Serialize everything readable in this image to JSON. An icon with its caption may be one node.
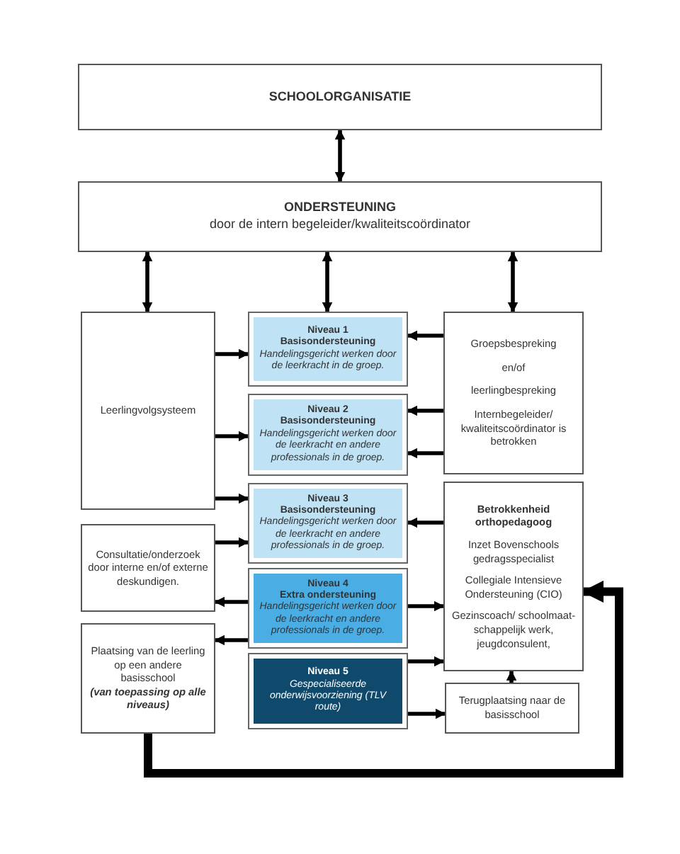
{
  "diagram": {
    "nodes": [
      {
        "text": [
          "SCHOOLORGANISATIE"
        ]
      },
      {
        "text": [
          "ONDERSTEUNING",
          "door de intern begeleider/kwaliteitscoördinator"
        ]
      },
      {
        "text": [
          "Leerlingvolgsysteem"
        ]
      },
      {
        "text": [
          "Consultatie/onderzoek door interne en/of externe deskundigen."
        ]
      },
      {
        "text": [
          "Plaatsing van de leerling op een andere basisschool",
          "(van toepassing op alle niveaus)"
        ]
      },
      {
        "text": [
          "Niveau 1",
          "Basisondersteuning",
          "Handelingsgericht werken door de leerkracht in de groep."
        ]
      },
      {
        "text": [
          "Niveau 2",
          "Basisondersteuning",
          "Handelingsgericht werken door de leerkracht en andere professionals in de groep."
        ]
      },
      {
        "text": [
          "Niveau 3",
          "Basisondersteuning",
          "Handelingsgericht werken door de leerkracht en andere professionals in de groep."
        ]
      },
      {
        "text": [
          "Niveau 4",
          "Extra ondersteuning",
          "Handelingsgericht werken door de leerkracht en andere professionals in de groep."
        ]
      },
      {
        "text": [
          "Niveau 5",
          "Gespecialiseerde onderwijsvoorziening (TLV route)"
        ]
      },
      {
        "text": [
          "Groepsbespreking",
          "en/of",
          "leerlingbespreking",
          "Internbegeleider/ kwaliteitscoördinator is betrokken"
        ]
      },
      {
        "text": [
          "Betrokkenheid orthopedagoog",
          "Inzet Bovenschools gedragsspecialist",
          "Collegiale Intensieve Ondersteuning (CIO)",
          "Gezinscoach/ schoolmaat- schappelijk werk, jeugdconsulent,"
        ]
      },
      {
        "text": [
          "Terugplaatsing naar de basisschool"
        ]
      }
    ],
    "edges": [
      {
        "from": 0,
        "to": 1,
        "arrow": "both"
      },
      {
        "from": 1,
        "to": 2,
        "arrow": "both"
      },
      {
        "from": 1,
        "to": 5,
        "arrow": "both"
      },
      {
        "from": 1,
        "to": 10,
        "arrow": "both"
      },
      {
        "from": 2,
        "to": 5,
        "arrow": "to"
      },
      {
        "from": 2,
        "to": 6,
        "arrow": "to"
      },
      {
        "from": 2,
        "to": 7,
        "arrow": "to"
      },
      {
        "from": 3,
        "to": 7,
        "arrow": "to"
      },
      {
        "from": 8,
        "to": 3,
        "arrow": "to"
      },
      {
        "from": 8,
        "to": 4,
        "arrow": "to"
      },
      {
        "from": 10,
        "to": 5,
        "arrow": "to"
      },
      {
        "from": 10,
        "to": 6,
        "arrow": "to"
      },
      {
        "from": 10,
        "to": 6,
        "arrow": "to"
      },
      {
        "from": 11,
        "to": 7,
        "arrow": "to"
      },
      {
        "from": 8,
        "to": 11,
        "arrow": "to"
      },
      {
        "from": 9,
        "to": 11,
        "arrow": "to"
      },
      {
        "from": 9,
        "to": 12,
        "arrow": "to"
      },
      {
        "from": 12,
        "to": 11,
        "arrow": "to"
      },
      {
        "from": 4,
        "to": 11,
        "arrow": "to",
        "style": "thick"
      }
    ]
  }
}
